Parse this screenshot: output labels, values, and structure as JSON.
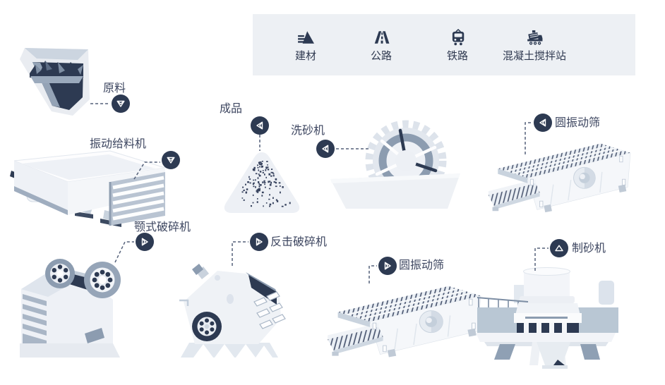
{
  "header": {
    "items": [
      {
        "label": "建材",
        "icon": "building-materials-icon"
      },
      {
        "label": "公路",
        "icon": "highway-icon"
      },
      {
        "label": "铁路",
        "icon": "railway-icon"
      },
      {
        "label": "混凝土搅拌站",
        "icon": "concrete-mixing-plant-icon"
      }
    ]
  },
  "equipment": {
    "raw_material": {
      "label": "原料",
      "marker": "arrow-down"
    },
    "vibrating_feeder": {
      "label": "振动给料机",
      "marker": "arrow-down"
    },
    "jaw_crusher": {
      "label": "颚式破碎机",
      "marker": "arrow-right"
    },
    "finished_product": {
      "label": "成品",
      "marker": "arrow-left"
    },
    "sand_washer": {
      "label": "洗砂机",
      "marker": "arrow-left"
    },
    "vibrating_screen_top": {
      "label": "圆振动筛",
      "marker": "arrow-left"
    },
    "impact_crusher": {
      "label": "反击破碎机",
      "marker": "arrow-right"
    },
    "vibrating_screen_bottom": {
      "label": "圆振动筛",
      "marker": "arrow-right"
    },
    "sand_maker": {
      "label": "制砂机",
      "marker": "triangle-up"
    }
  },
  "colors": {
    "accent_dark": "#2d3a52",
    "header_background": "#edf0f4",
    "machine_light": "#eef1f6",
    "machine_mid": "#9fadbf",
    "label_text": "#3d4660",
    "connector": "#55617a"
  }
}
